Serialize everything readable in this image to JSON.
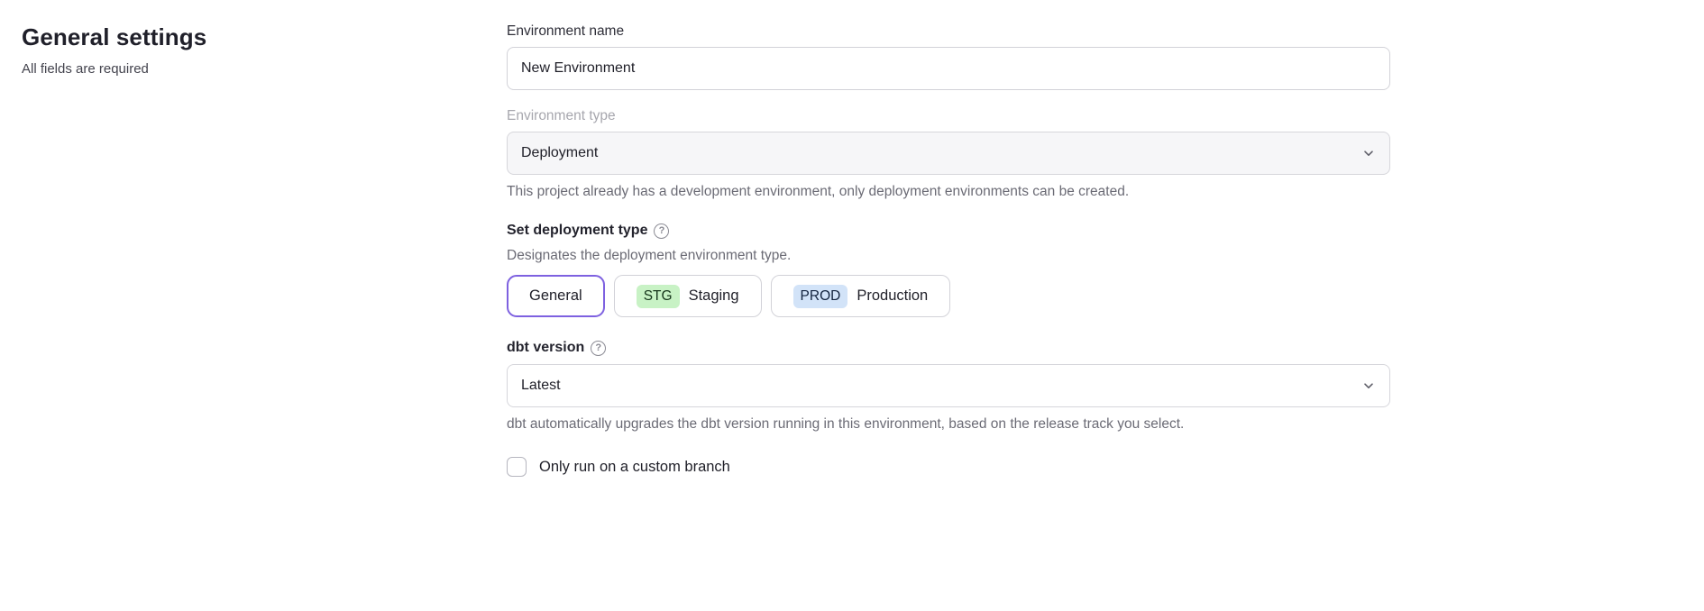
{
  "page": {
    "title": "General settings",
    "subtitle": "All fields are required"
  },
  "form": {
    "environment_name": {
      "label": "Environment name",
      "value": "New Environment"
    },
    "environment_type": {
      "label": "Environment type",
      "value": "Deployment",
      "disabled": true,
      "helper": "This project already has a development environment, only deployment environments can be created."
    },
    "deployment_type": {
      "label": "Set deployment type",
      "description": "Designates the deployment environment type.",
      "options": [
        {
          "badge": "",
          "label": "General",
          "selected": true
        },
        {
          "badge": "STG",
          "label": "Staging",
          "selected": false
        },
        {
          "badge": "PROD",
          "label": "Production",
          "selected": false
        }
      ]
    },
    "dbt_version": {
      "label": "dbt version",
      "value": "Latest",
      "helper": "dbt automatically upgrades the dbt version running in this environment, based on the release track you select."
    },
    "custom_branch": {
      "label": "Only run on a custom branch",
      "checked": false
    }
  },
  "icons": {
    "help": "?"
  },
  "colors": {
    "accent_purple": "#7e61e0",
    "stg_badge_bg": "#c8f2c5",
    "prod_badge_bg": "#d2e3f8"
  }
}
